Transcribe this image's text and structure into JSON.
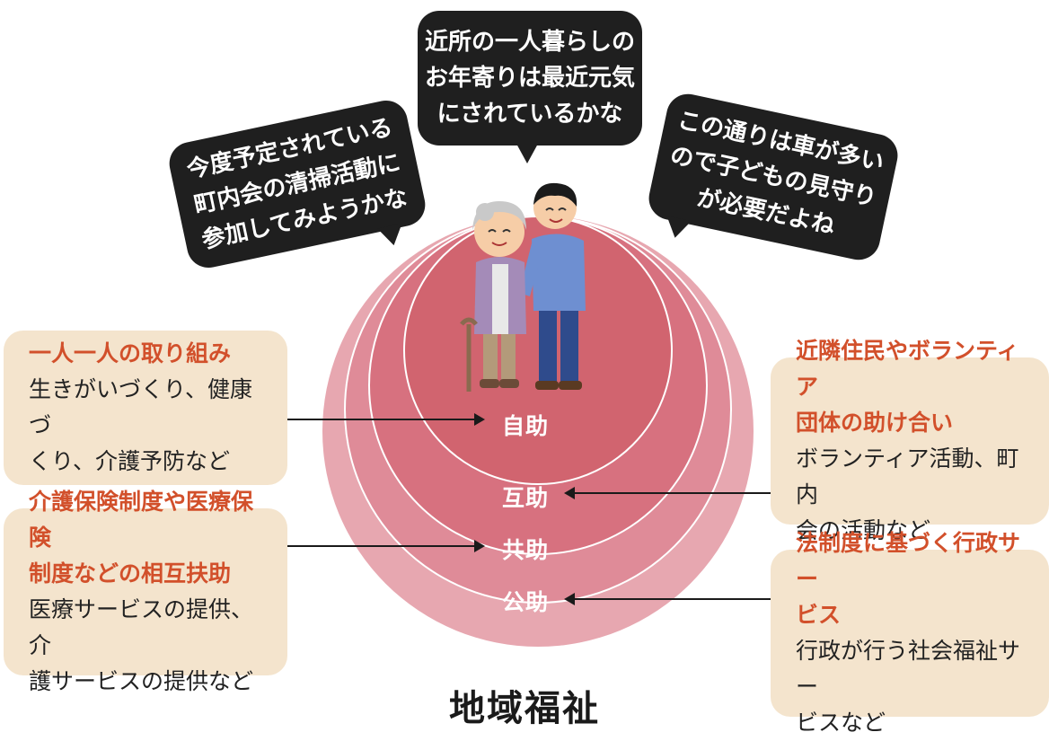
{
  "bubbles": {
    "left": [
      "今度予定されている",
      "町内会の清掃活動に",
      "参加してみようかな"
    ],
    "center": [
      "近所の一人暮らしの",
      "お年寄りは最近元気",
      "にされているかな"
    ],
    "right": [
      "この通りは車が多い",
      "ので子どもの見守り",
      "が必要だよね"
    ]
  },
  "rings": {
    "self": "自助",
    "mutual": "互助",
    "shared": "共助",
    "public": "公助"
  },
  "boxes": {
    "self_help": {
      "headline": "一人一人の取り組み",
      "body": [
        "生きがいづくり、健康づ",
        "くり、介護予防など"
      ]
    },
    "mutual_help": {
      "headline": [
        "近隣住民やボランティア",
        "団体の助け合い"
      ],
      "body": [
        "ボランティア活動、町内",
        "会の活動など"
      ]
    },
    "shared_help": {
      "headline": [
        "介護保険制度や医療保険",
        "制度などの相互扶助"
      ],
      "body": [
        "医療サービスの提供、介",
        "護サービスの提供など"
      ]
    },
    "public_help": {
      "headline": [
        "法制度に基づく行政サー",
        "ビス"
      ],
      "body": [
        "行政が行う社会福祉サー",
        "ビスなど"
      ]
    }
  },
  "title": "地域福祉",
  "colors": {
    "ring_outer": "#e7a7b0",
    "ring_3": "#df8b98",
    "ring_2": "#d7717f",
    "ring_inner": "#d1646f",
    "box_bg": "#f4e4cd",
    "headline": "#d2502b",
    "bubble": "#1f1f1f"
  },
  "illustration": "elderly-woman-with-cane-and-helper-man"
}
